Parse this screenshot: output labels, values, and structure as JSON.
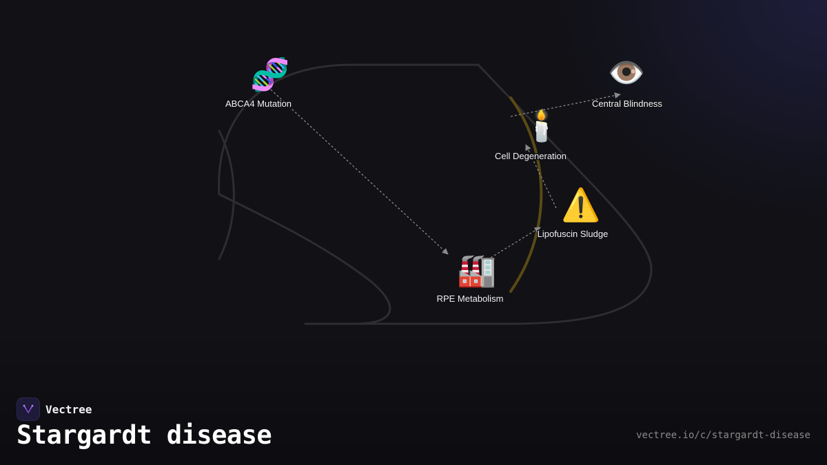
{
  "brand": {
    "name": "Vectree",
    "logo_icon": "vectree-logo-icon",
    "accent_color": "#a05ce0"
  },
  "title": "Stargardt disease",
  "url": "vectree.io/c/stargardt-disease",
  "colors": {
    "background": "#111116",
    "eye_outline": "#2e2e30",
    "lens_arc": "#5a4a14",
    "arrow": "#8a8a8a",
    "label": "#f2f2f2"
  },
  "nodes": [
    {
      "id": "abca4",
      "label": "ABCA4 Mutation",
      "icon": "dna-icon",
      "glyph": "🧬"
    },
    {
      "id": "rpe",
      "label": "RPE Metabolism",
      "icon": "factory-icon",
      "glyph": "🏭"
    },
    {
      "id": "lipofuscin",
      "label": "Lipofuscin Sludge",
      "icon": "warning-icon",
      "glyph": "⚠️"
    },
    {
      "id": "cell",
      "label": "Cell Degeneration",
      "icon": "candle-icon",
      "glyph": "🕯️"
    },
    {
      "id": "blindness",
      "label": "Central Blindness",
      "icon": "eye-icon",
      "glyph": "👁️"
    }
  ],
  "edges": [
    {
      "from": "abca4",
      "to": "rpe"
    },
    {
      "from": "rpe",
      "to": "lipofuscin"
    },
    {
      "from": "lipofuscin",
      "to": "cell"
    },
    {
      "from": "cell",
      "to": "blindness"
    }
  ]
}
